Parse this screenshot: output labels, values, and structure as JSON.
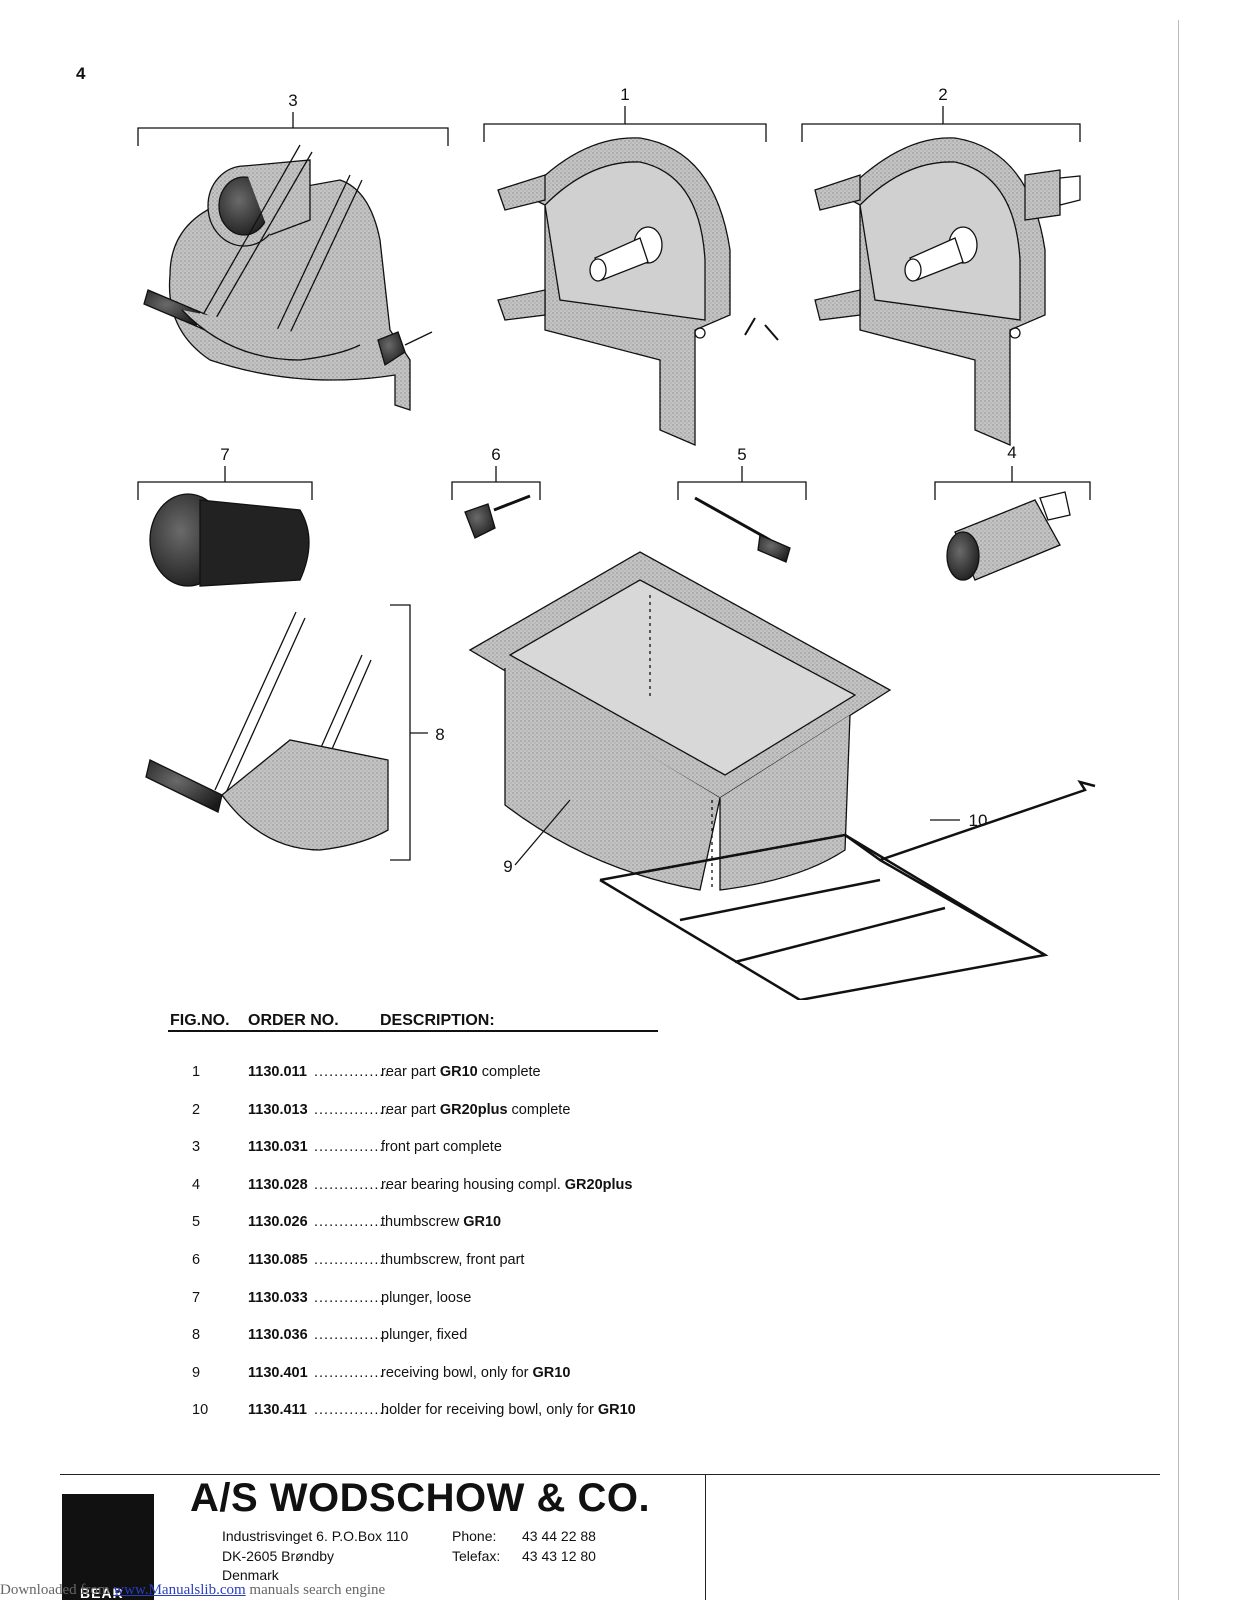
{
  "page_number": "4",
  "callouts": [
    "1",
    "2",
    "3",
    "4",
    "5",
    "6",
    "7",
    "8",
    "9",
    "10"
  ],
  "table_header": {
    "fig_no": "FIG.NO.",
    "order_no": "ORDER NO.",
    "description": "DESCRIPTION:"
  },
  "parts": [
    {
      "fig": "1",
      "order": "1130.011",
      "dots": "...............",
      "desc": "rear part ",
      "desc_bold": "GR10",
      "desc_tail": " complete"
    },
    {
      "fig": "2",
      "order": "1130.013",
      "dots": "...............",
      "desc": "rear part ",
      "desc_bold": "GR20plus",
      "desc_tail": " complete"
    },
    {
      "fig": "3",
      "order": "1130.031",
      "dots": "..............",
      "desc": "front part complete",
      "desc_bold": "",
      "desc_tail": ""
    },
    {
      "fig": "4",
      "order": "1130.028",
      "dots": "...............",
      "desc": "rear bearing housing compl. ",
      "desc_bold": "GR20plus",
      "desc_tail": ""
    },
    {
      "fig": "5",
      "order": "1130.026",
      "dots": "...............",
      "desc": "thumbscrew ",
      "desc_bold": "GR10",
      "desc_tail": ""
    },
    {
      "fig": "6",
      "order": "1130.085",
      "dots": "..............",
      "desc": "thumbscrew, front part",
      "desc_bold": "",
      "desc_tail": ""
    },
    {
      "fig": "7",
      "order": "1130.033",
      "dots": "...............",
      "desc": "plunger, loose",
      "desc_bold": "",
      "desc_tail": ""
    },
    {
      "fig": "8",
      "order": "1130.036",
      "dots": "...............",
      "desc": "plunger, fixed",
      "desc_bold": "",
      "desc_tail": ""
    },
    {
      "fig": "9",
      "order": "1130.401",
      "dots": "..............",
      "desc": "receiving bowl, only for ",
      "desc_bold": "GR10",
      "desc_tail": ""
    },
    {
      "fig": "10",
      "order": "1130.411",
      "dots": "...............",
      "desc": "holder for receiving bowl, only for ",
      "desc_bold": "GR10",
      "desc_tail": ""
    }
  ],
  "company": {
    "name": "A/S WODSCHOW & CO.",
    "address_line1": "Industrisvinget 6. P.O.Box 110",
    "address_line2": "DK-2605 Brøndby",
    "address_line3": "Denmark",
    "phone_label": "Phone:",
    "phone": "43 44 22 88",
    "fax_label": "Telefax:",
    "fax": "43 43 12 80",
    "logo": "BEAR"
  },
  "download_banner": {
    "prefix": "Downloaded from ",
    "link": "www.Manualslib.com",
    "suffix": " manuals search engine"
  },
  "colors": {
    "part_fill": "#b9b9b9",
    "dark_fill": "#2a2a2a",
    "line": "#111111"
  }
}
